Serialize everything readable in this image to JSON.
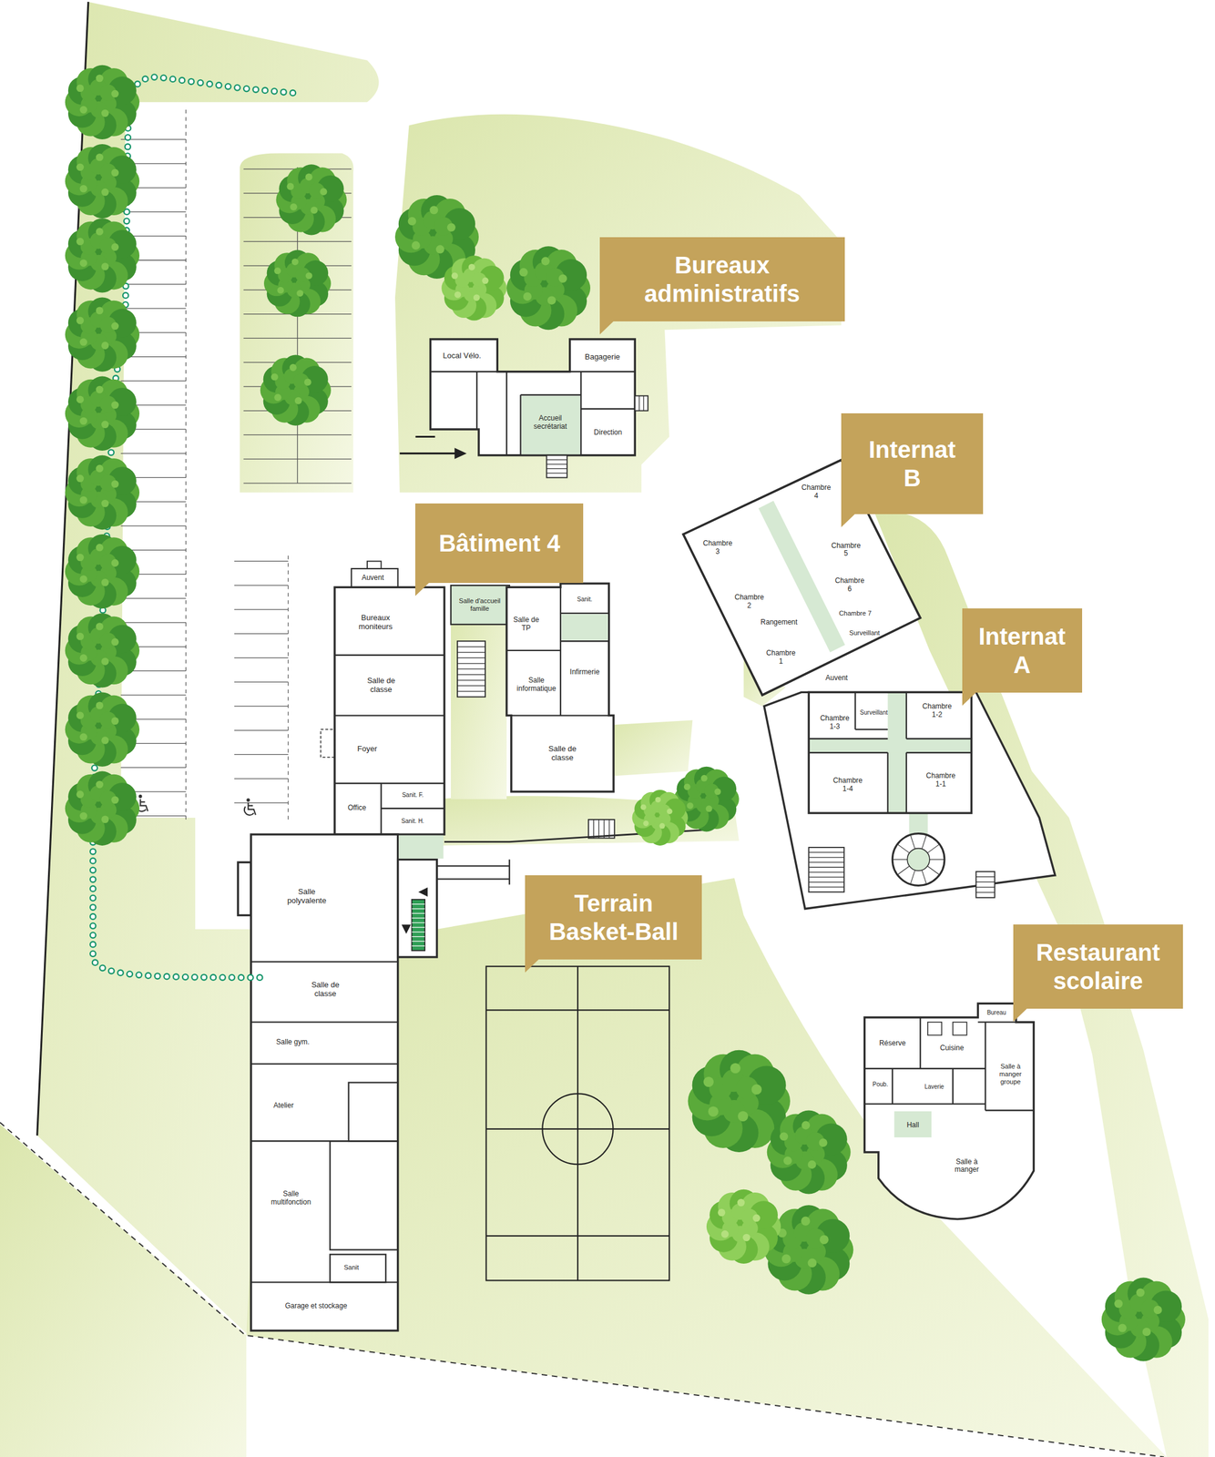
{
  "diagram": {
    "nodes": [
      {
        "text": [
          "Bureaux administratifs"
        ]
      },
      {
        "text": [
          "Internat B"
        ]
      },
      {
        "text": [
          "Bâtiment 4"
        ]
      },
      {
        "text": [
          "Internat A"
        ]
      },
      {
        "text": [
          "Terrain Basket-Ball"
        ]
      },
      {
        "text": [
          "Restaurant scolaire"
        ]
      }
    ],
    "labels": [
      "Local Vélo.",
      "Bagagerie",
      "Accueil secrétariat",
      "Direction",
      "Auvent",
      "Salle d'accueil famille",
      "Sanit.",
      "Salle de TP",
      "Bureaux moniteurs",
      "Salle informatique",
      "Infirmerie",
      "Salle de classe",
      "Salle de classe",
      "Foyer",
      "Office",
      "Sanit. F.",
      "Sanit. H.",
      "Salle polyvalente",
      "Salle de classe",
      "Salle gym.",
      "Atelier",
      "Salle multifonction",
      "Sanit",
      "Garage et stockage",
      "Chambre 3",
      "Chambre 4",
      "Chambre 5",
      "Chambre 2",
      "Chambre 6",
      "Rangement",
      "Chambre 7",
      "Surveillant",
      "Chambre 1",
      "Auvent",
      "Surveillant",
      "Chambre 1-2",
      "Chambre 1-3",
      "Chambre 1-1",
      "Chambre 1-4",
      "Bureau",
      "Réserve",
      "Cuisine",
      "Salle à manger groupe",
      "Poub.",
      "Laverie",
      "Hall",
      "Salle à manger"
    ]
  }
}
